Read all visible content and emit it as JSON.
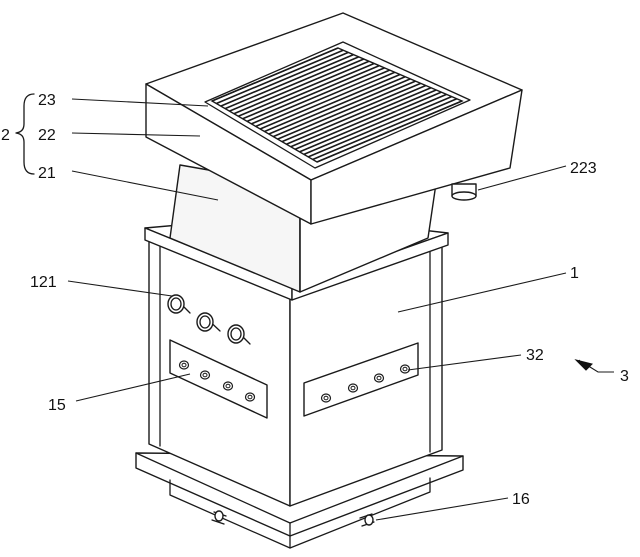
{
  "labels": {
    "l2": "2",
    "l23": "23",
    "l22": "22",
    "l21": "21",
    "l223": "223",
    "l121": "121",
    "l1": "1",
    "l32": "32",
    "l3": "3",
    "l15": "15",
    "l16": "16"
  }
}
